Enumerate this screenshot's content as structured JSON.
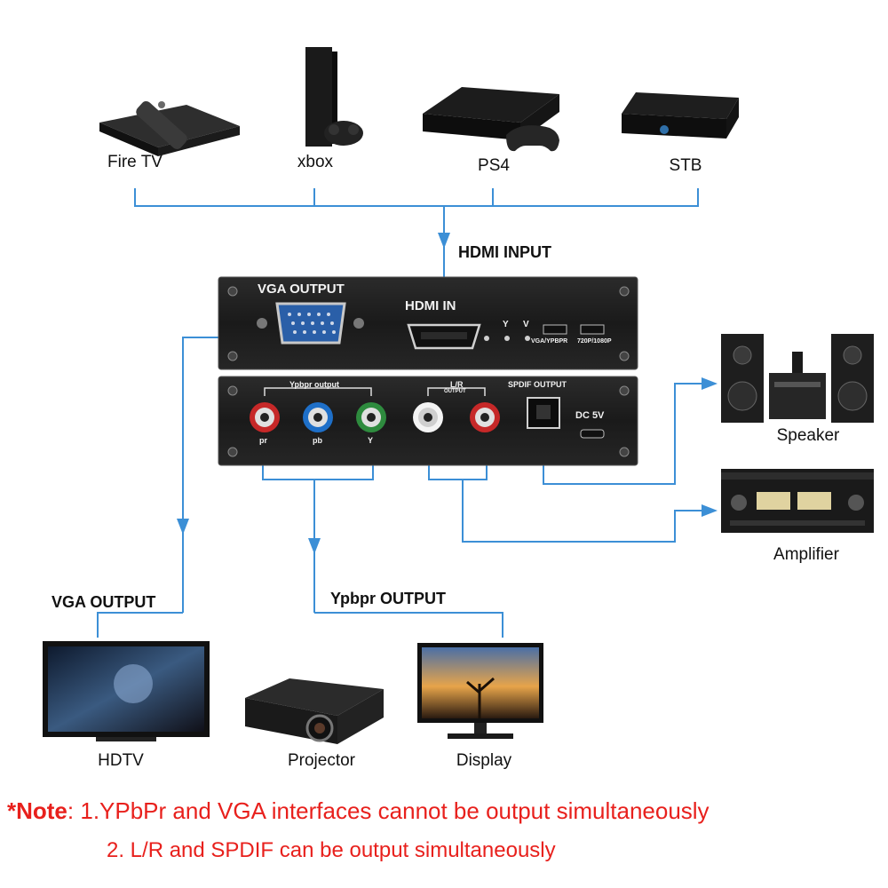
{
  "sources": [
    {
      "label": "Fire TV",
      "icon": "fire-tv-icon"
    },
    {
      "label": "xbox",
      "icon": "xbox-icon"
    },
    {
      "label": "PS4",
      "icon": "ps4-icon"
    },
    {
      "label": "STB",
      "icon": "stb-icon"
    }
  ],
  "hdmi_input_label": "HDMI INPUT",
  "device": {
    "top_panel": {
      "vga_output": "VGA OUTPUT",
      "hdmi_in": "HDMI IN",
      "led_y": "Y",
      "led_v": "V",
      "switch1": "VGA/YPBPR",
      "switch2": "720P/1080P"
    },
    "bottom_panel": {
      "ypbpr_output": "Ypbpr output",
      "lr": "L/R",
      "lr_output": "OUTPUT",
      "spdif_output": "SPDIF OUTPUT",
      "dc": "DC 5V",
      "port_pr": "pr",
      "port_pb": "pb",
      "port_y": "Y"
    }
  },
  "audio_outputs": [
    {
      "label": "Speaker",
      "icon": "speaker-icon"
    },
    {
      "label": "Amplifier",
      "icon": "amplifier-icon"
    }
  ],
  "vga_output_label": "VGA OUTPUT",
  "ypbpr_output_label": "Ypbpr OUTPUT",
  "displays": [
    {
      "label": "HDTV",
      "icon": "hdtv-icon"
    },
    {
      "label": "Projector",
      "icon": "projector-icon"
    },
    {
      "label": "Display",
      "icon": "monitor-icon"
    }
  ],
  "note": {
    "prefix": "*Note",
    "line1": ": 1.YPbPr and VGA interfaces cannot be output simultaneously",
    "line2": "2. L/R and SPDIF can be output simultaneously"
  },
  "colors": {
    "connector_line": "#3c8fd6",
    "note_red": "#e8201c",
    "panel": "#1f1f1f"
  }
}
